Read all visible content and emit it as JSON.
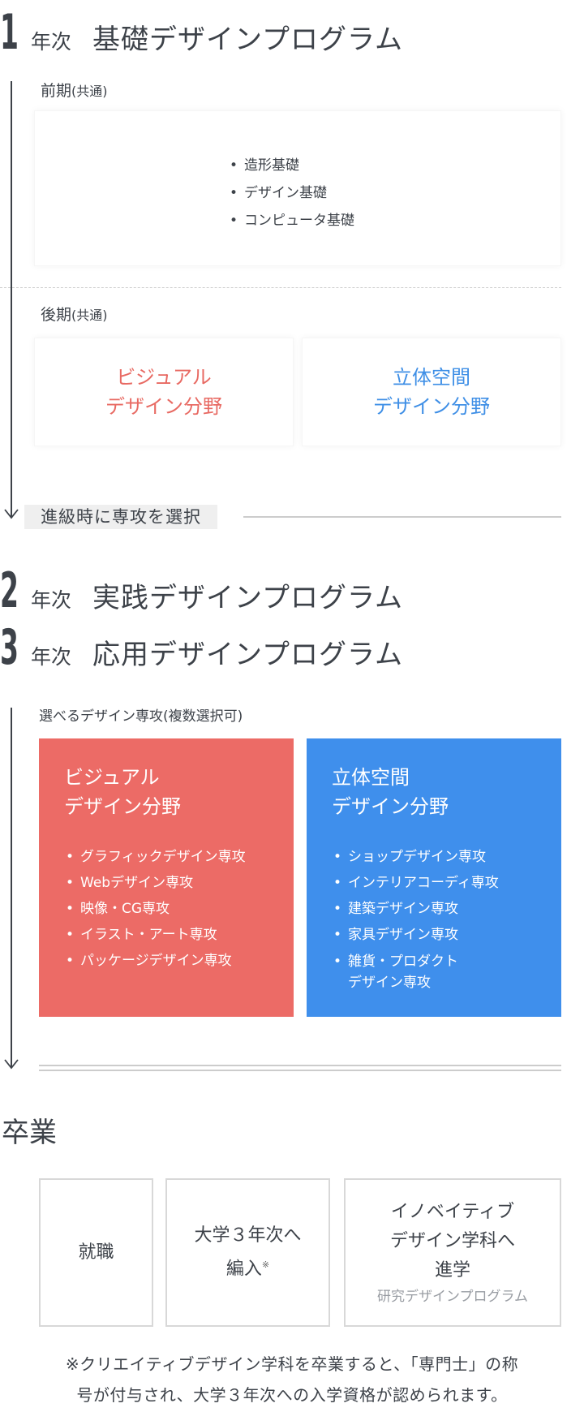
{
  "year1": {
    "number": "1",
    "unit": "年次",
    "title": "基礎デザインプログラム",
    "first_half": {
      "label": "前期",
      "paren": "(共通)",
      "items": [
        "造形基礎",
        "デザイン基礎",
        "コンピュータ基礎"
      ]
    },
    "second_half": {
      "label": "後期",
      "paren": "(共通)",
      "fields": [
        {
          "line1": "ビジュアル",
          "line2": "デザイン分野",
          "color": "#e86a63"
        },
        {
          "line1": "立体空間",
          "line2": "デザイン分野",
          "color": "#3f8fe6"
        }
      ]
    },
    "select_badge": "進級時に専攻を選択"
  },
  "year2": {
    "number": "2",
    "unit": "年次",
    "title": "実践デザインプログラム"
  },
  "year3": {
    "number": "3",
    "unit": "年次",
    "title": "応用デザインプログラム",
    "majors_label": "選べるデザイン専攻",
    "majors_paren": "(複数選択可)",
    "majors": [
      {
        "line1": "ビジュアル",
        "line2": "デザイン分野",
        "color": "#ec6b66",
        "items": [
          "グラフィックデザイン専攻",
          "Webデザイン専攻",
          "映像・CG専攻",
          "イラスト・アート専攻",
          "パッケージデザイン専攻"
        ]
      },
      {
        "line1": "立体空間",
        "line2": "デザイン分野",
        "color": "#3f8fec",
        "items": [
          "ショップデザイン専攻",
          "インテリアコーディ専攻",
          "建築デザイン専攻",
          "家具デザイン専攻",
          "雑貨・プロダクト",
          "デザイン専攻"
        ]
      }
    ]
  },
  "graduation": {
    "title": "卒業",
    "options": [
      {
        "lines": [
          "就職"
        ]
      },
      {
        "lines": [
          "大学３年次へ",
          "編入"
        ],
        "note": "※"
      },
      {
        "lines": [
          "イノベイティブ",
          "デザイン学科へ",
          "進学"
        ],
        "sub": "研究デザインプログラム"
      }
    ],
    "footnote_line1": "※クリエイティブデザイン学科を卒業すると、「専門士」の称",
    "footnote_line2": "号が付与され、大学３年次への入学資格が認められます。"
  },
  "colors": {
    "text": "#3d4249",
    "visual": "#ec6b66",
    "spatial": "#3f8fec",
    "line_gray": "#cccccc",
    "badge_bg": "#efefef"
  }
}
